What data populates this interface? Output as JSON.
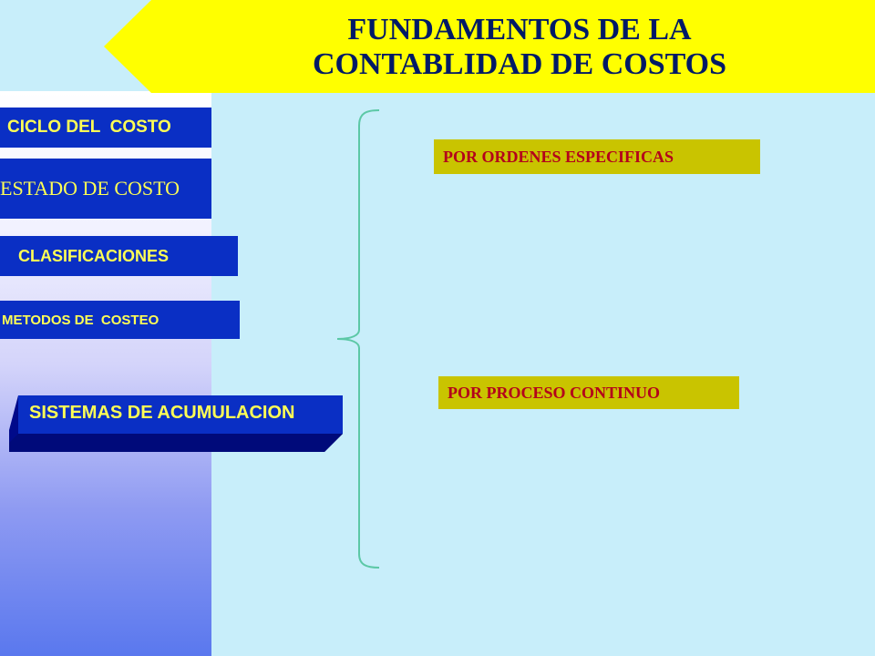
{
  "header": {
    "title_line1": "FUNDAMENTOS DE LA",
    "title_line2": "CONTABLIDAD DE COSTOS"
  },
  "sidebar": {
    "items": [
      {
        "label": "CICLO DEL  COSTO"
      },
      {
        "label": "ESTADO DE COSTO"
      },
      {
        "label": "CLASIFICACIONES"
      },
      {
        "label": "METODOS DE  COSTEO"
      },
      {
        "label": "SISTEMAS DE ACUMULACION"
      }
    ]
  },
  "options": {
    "ordenes": "POR ORDENES ESPECIFICAS",
    "proceso": "POR PROCESO CONTINUO"
  },
  "colors": {
    "background": "#c8eefa",
    "title_fill": "#ffff00",
    "title_text": "#001a66",
    "nav_fill": "#0a2fc4",
    "nav_text": "#ffff55",
    "option_fill": "#c9c400",
    "option_text": "#b3001b",
    "brace": "#5cc8a6"
  }
}
